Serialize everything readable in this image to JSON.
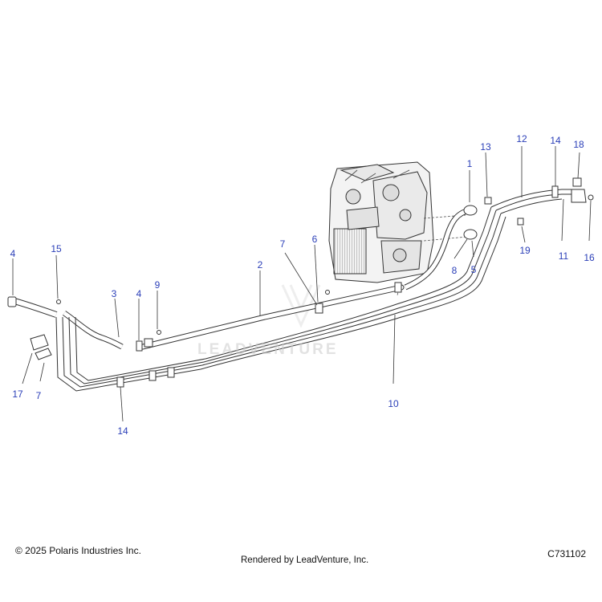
{
  "callouts": [
    {
      "id": "1",
      "label": "1"
    },
    {
      "id": "2",
      "label": "2"
    },
    {
      "id": "3",
      "label": "3"
    },
    {
      "id": "4a",
      "label": "4"
    },
    {
      "id": "4b",
      "label": "4"
    },
    {
      "id": "5",
      "label": "5"
    },
    {
      "id": "6",
      "label": "6"
    },
    {
      "id": "7a",
      "label": "7"
    },
    {
      "id": "7b",
      "label": "7"
    },
    {
      "id": "8",
      "label": "8"
    },
    {
      "id": "9",
      "label": "9"
    },
    {
      "id": "10",
      "label": "10"
    },
    {
      "id": "11",
      "label": "11"
    },
    {
      "id": "12",
      "label": "12"
    },
    {
      "id": "13",
      "label": "13"
    },
    {
      "id": "14a",
      "label": "14"
    },
    {
      "id": "14b",
      "label": "14"
    },
    {
      "id": "15",
      "label": "15"
    },
    {
      "id": "16",
      "label": "16"
    },
    {
      "id": "17",
      "label": "17"
    },
    {
      "id": "18",
      "label": "18"
    },
    {
      "id": "19",
      "label": "19"
    }
  ],
  "footer": {
    "copyright": "© 2025 Polaris Industries Inc.",
    "rendered_by": "Rendered by LeadVenture, Inc.",
    "diagram_code": "C731102"
  },
  "watermark": "LEADVENTURE",
  "colors": {
    "callout": "#2b3fb8",
    "line": "#333333",
    "watermark": "#cccccc"
  }
}
